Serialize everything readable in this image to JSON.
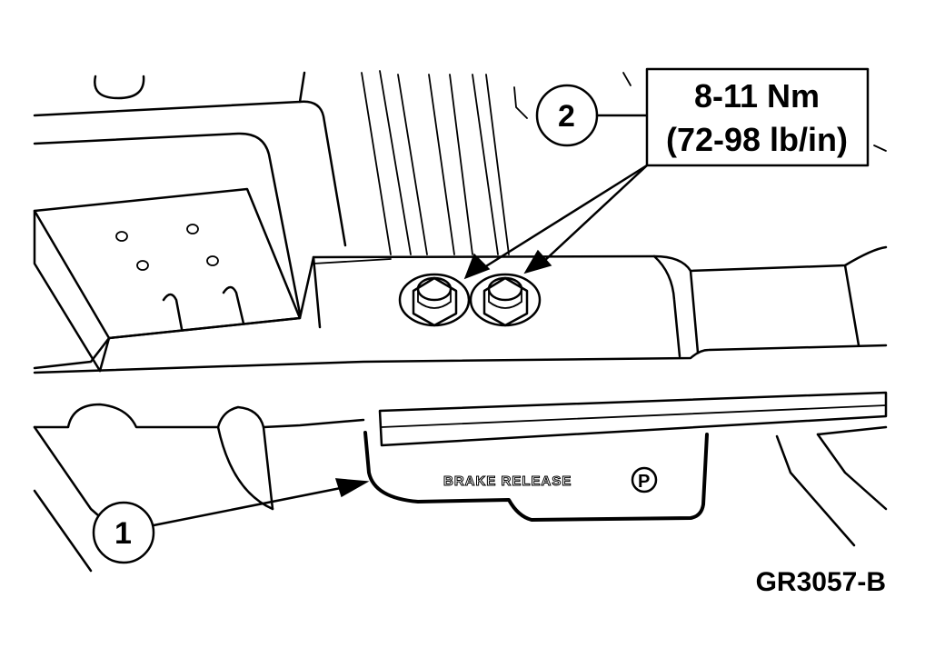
{
  "callouts": [
    {
      "number": "1"
    },
    {
      "number": "2"
    }
  ],
  "torque_spec": {
    "line1": "8-11 Nm",
    "line2": "(72-98 lb/in)"
  },
  "handle_label": "BRAKE RELEASE",
  "handle_symbol": "P",
  "figure_id": "GR3057-B"
}
